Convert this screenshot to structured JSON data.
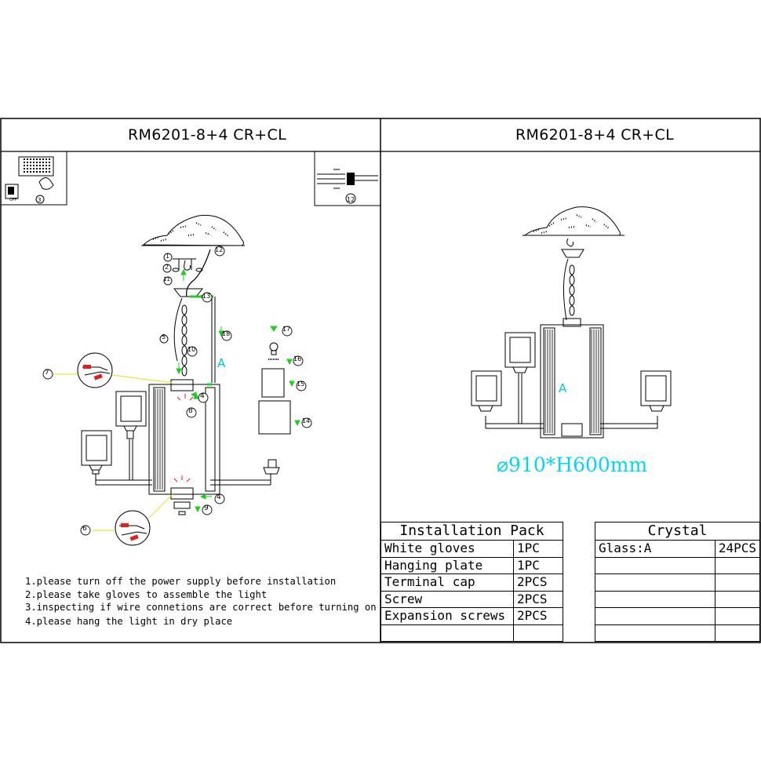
{
  "left_panel": {
    "title": "RM6201-8+4 CR+CL",
    "callouts": [
      "1",
      "2",
      "3",
      "4",
      "5",
      "6",
      "7",
      "8",
      "9",
      "10",
      "11",
      "12",
      "13",
      "14",
      "15",
      "16",
      "17",
      "18"
    ],
    "wire_label": "A",
    "switch_off": "OFF",
    "notes": [
      "1.please turn off the power supply before installation",
      "2.please take gloves to assemble the light",
      "3.inspecting if wire connetions are correct before turning on",
      "4.please hang the light in dry place"
    ]
  },
  "right_panel": {
    "title": "RM6201-8+4 CR+CL",
    "dimension": "⌀910*H600mm",
    "label_a": "A"
  },
  "installation_pack": {
    "header": "Installation Pack",
    "rows": [
      {
        "item": "White gloves",
        "qty": "1PC"
      },
      {
        "item": "Hanging plate",
        "qty": "1PC"
      },
      {
        "item": "Terminal cap",
        "qty": "2PCS"
      },
      {
        "item": "Screw",
        "qty": "2PCS"
      },
      {
        "item": "Expansion screws",
        "qty": "2PCS"
      },
      {
        "item": "",
        "qty": ""
      }
    ]
  },
  "crystal": {
    "header": "Crystal",
    "rows": [
      {
        "item": "Glass:A",
        "qty": "24PCS"
      },
      {
        "item": "",
        "qty": ""
      },
      {
        "item": "",
        "qty": ""
      },
      {
        "item": "",
        "qty": ""
      },
      {
        "item": "",
        "qty": ""
      },
      {
        "item": "",
        "qty": ""
      }
    ]
  },
  "colors": {
    "line": "#000000",
    "accent_green": "#22cc22",
    "accent_cyan": "#00c8d8",
    "accent_red": "#e02020",
    "accent_yellow": "#f0e040"
  }
}
